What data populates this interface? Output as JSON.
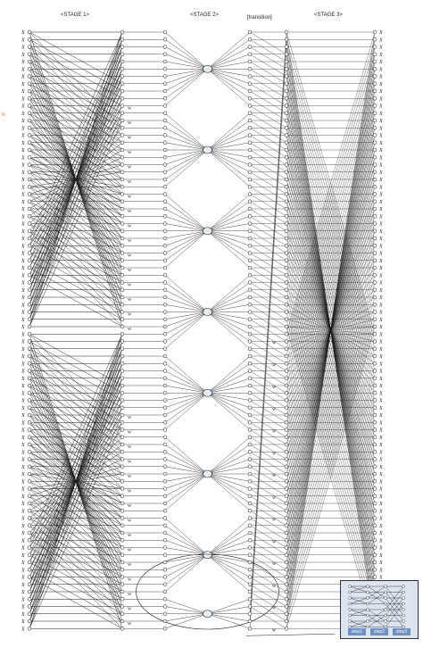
{
  "titles": {
    "stage1": "<STAGE 1>",
    "stage2": "<STAGE 2>",
    "transition": "[transition]",
    "stage3": "<STAGE 3>"
  },
  "left_margin_mark": "N",
  "input_label": "X",
  "output_label": "X",
  "twiddle_label": "W",
  "node_count": 82,
  "inset": {
    "steps": [
      "step1",
      "step2",
      "step3"
    ]
  },
  "colors": {
    "line": "#1a1a1a",
    "node_fill": "#ffffff",
    "hub_fill": "#e6eef8",
    "inset_bg": "#dce4ef",
    "step_fill": "#6f90c0",
    "margin_mark": "#e07020"
  }
}
